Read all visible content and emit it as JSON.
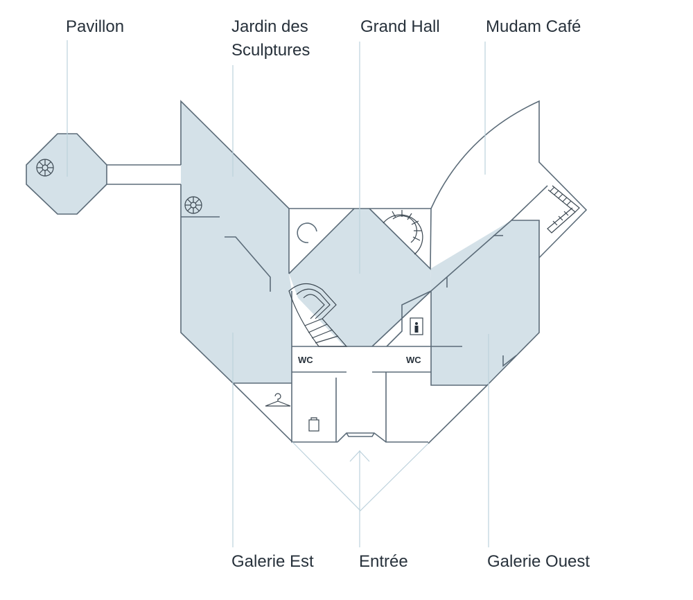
{
  "labels": {
    "pavillon": "Pavillon",
    "jardin_line1": "Jardin des",
    "jardin_line2": "Sculptures",
    "grand_hall": "Grand Hall",
    "cafe": "Mudam Café",
    "galerie_est": "Galerie Est",
    "entree": "Entrée",
    "galerie_ouest": "Galerie Ouest"
  },
  "rooms": {
    "wc_left": "WC",
    "wc_right": "WC"
  },
  "icons": [
    "spiral-stair-icon",
    "cloakroom-hanger-icon",
    "locker-bag-icon",
    "elevator-icon",
    "entrance-arrow-icon"
  ],
  "colors": {
    "room_fill": "#d4e1e8",
    "wall": "#5b6b78",
    "leader": "#bcd1dc",
    "text": "#27313b"
  }
}
